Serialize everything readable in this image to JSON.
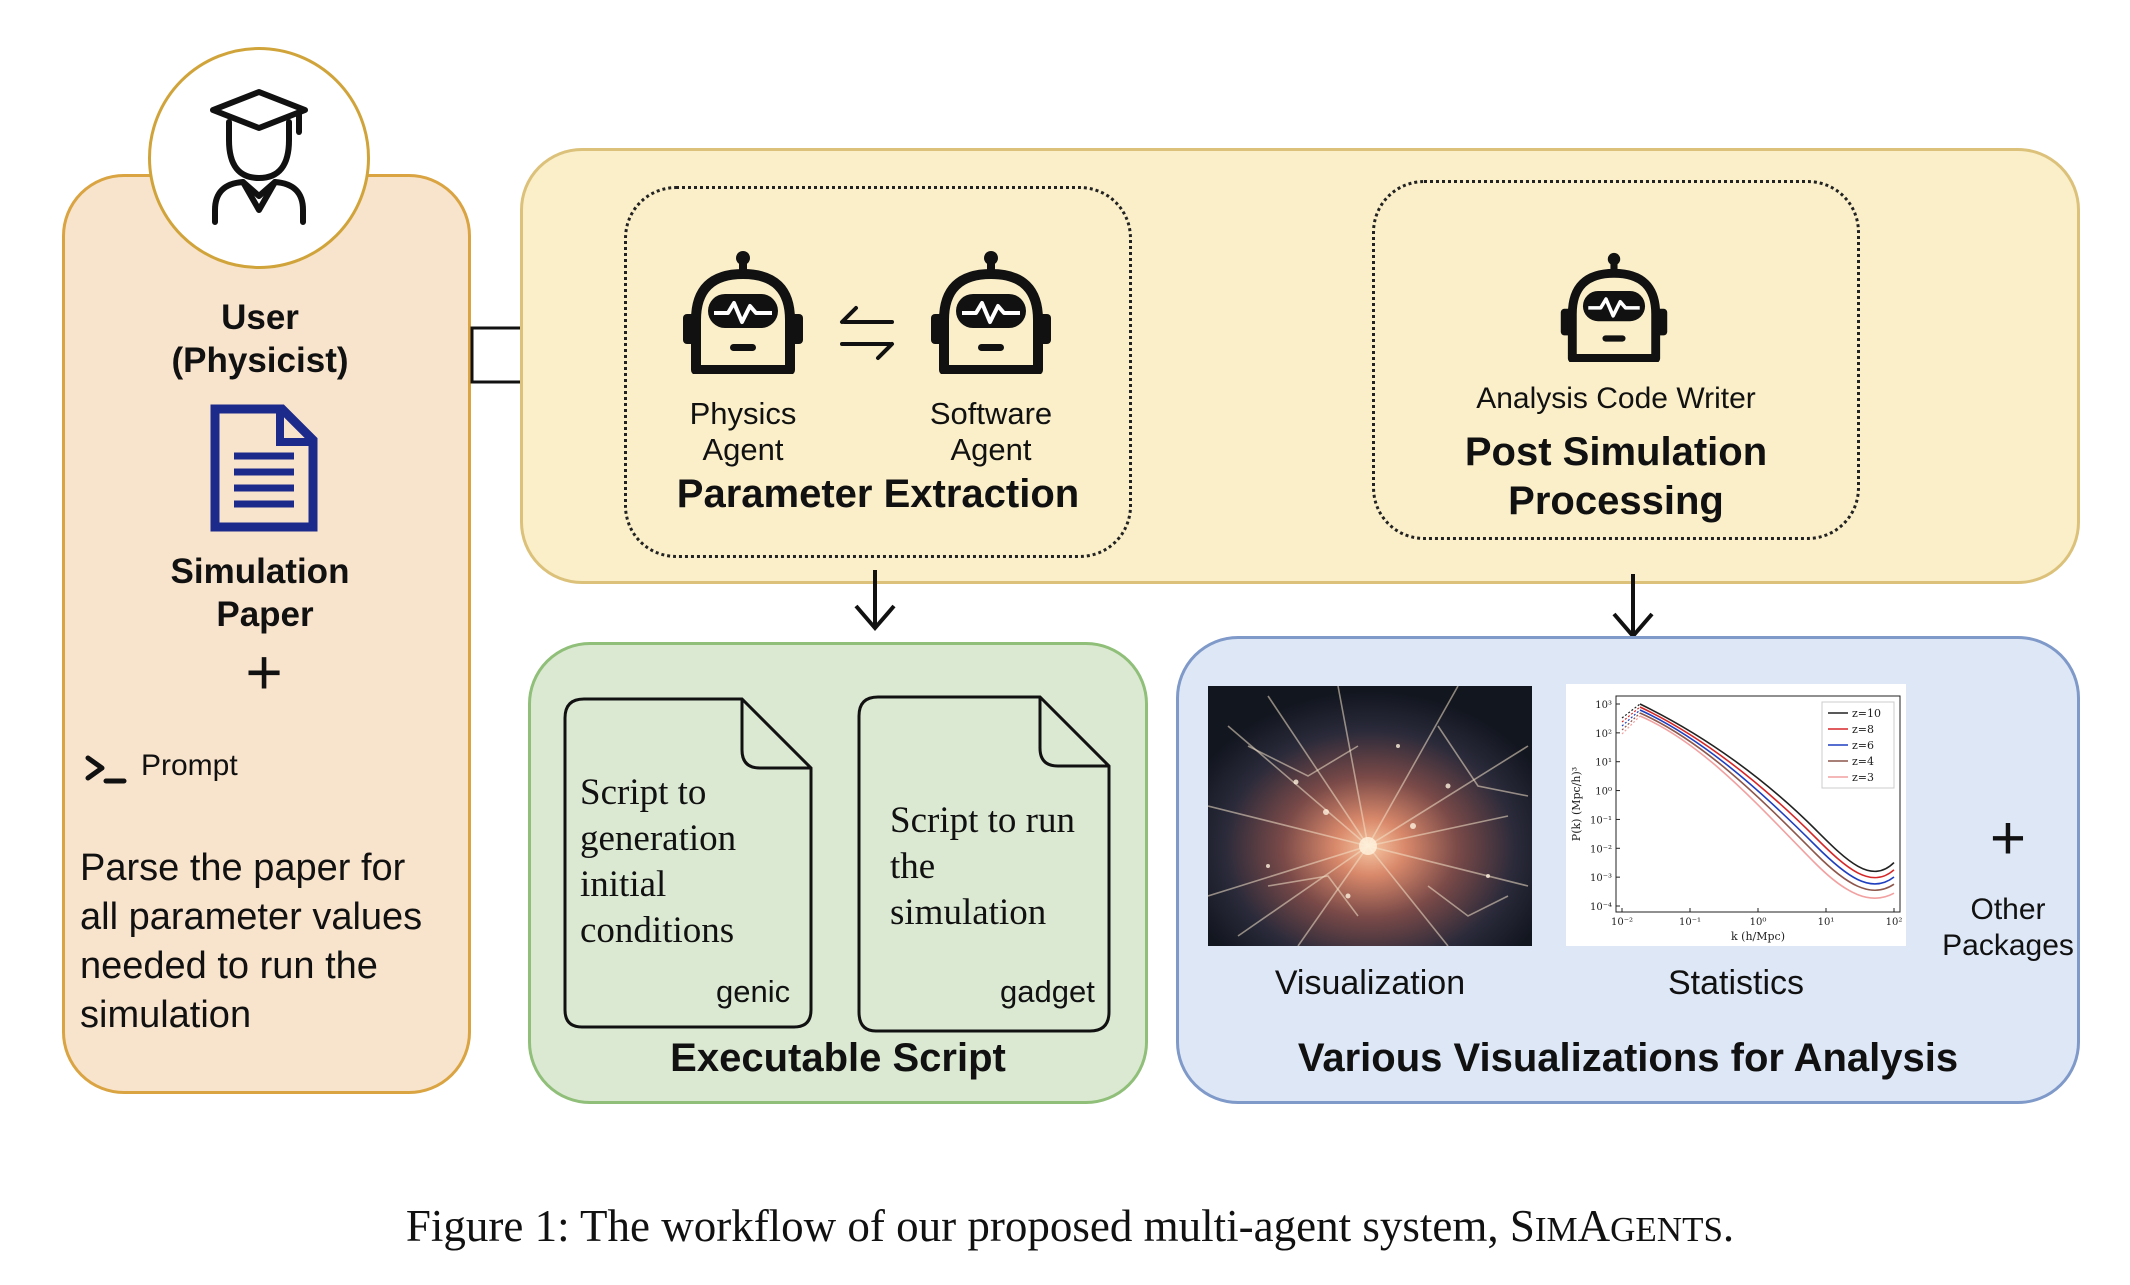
{
  "user": {
    "role_line1": "User",
    "role_line2": "(Physicist)",
    "doc_line1": "Simulation",
    "doc_line2": "Paper",
    "plus": "+",
    "prompt_label": "Prompt",
    "prompt_text_1": "Parse the paper for",
    "prompt_text_2": "all parameter values",
    "prompt_text_3": "needed to run the",
    "prompt_text_4": "simulation"
  },
  "agents": {
    "physics_1": "Physics",
    "physics_2": "Agent",
    "software_1": "Software",
    "software_2": "Agent",
    "param_title": "Parameter Extraction",
    "writer": "Analysis Code Writer",
    "post_title_1": "Post Simulation",
    "post_title_2": "Processing"
  },
  "scripts": {
    "doc1_lines": [
      "Script to",
      "generation",
      "initial",
      "conditions"
    ],
    "doc1_tag": "genic",
    "doc2_lines": [
      "Script to run",
      "the",
      "simulation"
    ],
    "doc2_tag": "gadget",
    "title": "Executable Script"
  },
  "viz": {
    "vis_label": "Visualization",
    "stats_label": "Statistics",
    "plus": "+",
    "other_1": "Other",
    "other_2": "Packages",
    "title": "Various Visualizations for Analysis",
    "plot": {
      "ylabel": "P(k) (Mpc/h)³",
      "xlabel": "k (h/Mpc)",
      "yticks": [
        "10³",
        "10²",
        "10¹",
        "10⁰",
        "10⁻¹",
        "10⁻²",
        "10⁻³",
        "10⁻⁴"
      ],
      "xticks": [
        "10⁻²",
        "10⁻¹",
        "10⁰",
        "10¹",
        "10²"
      ],
      "legend": [
        {
          "label": "z=10",
          "color": "#222222"
        },
        {
          "label": "z=8",
          "color": "#d62728"
        },
        {
          "label": "z=6",
          "color": "#1f3fbf"
        },
        {
          "label": "z=4",
          "color": "#8c564b"
        },
        {
          "label": "z=3",
          "color": "#f2a0a0"
        }
      ]
    }
  },
  "caption": {
    "prefix": "Figure 1: The workflow of our proposed multi-agent system, ",
    "s1": "S",
    "s2": "IM",
    "s3": "A",
    "s4": "GENTS",
    "suffix": "."
  }
}
